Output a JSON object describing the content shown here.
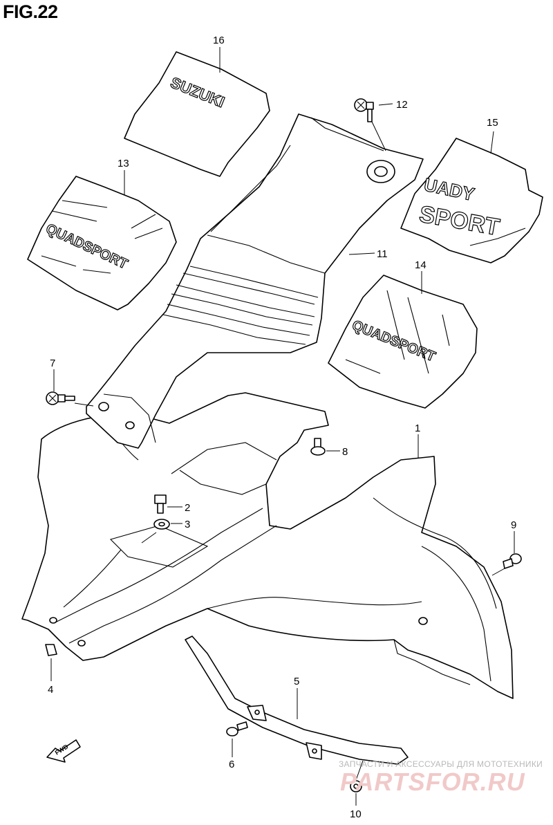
{
  "figure": {
    "title": "FIG.22"
  },
  "callouts": [
    "16",
    "12",
    "15",
    "13",
    "11",
    "14",
    "7",
    "1",
    "8",
    "2",
    "3",
    "9",
    "4",
    "5",
    "6",
    "10"
  ],
  "decals": {
    "d16": "SUZUKI",
    "d15_line1": "UADY",
    "d15_line2": "SPORT",
    "d13": "QUADSPORT",
    "d14": "QUADSPORT"
  },
  "fwd_label": "FWD",
  "watermark": {
    "line1": "ЗАПЧАСТИ И АКСЕССУАРЫ ДЛЯ МОТОТЕХНИКИ",
    "line2": "PARTSFOR.RU"
  }
}
